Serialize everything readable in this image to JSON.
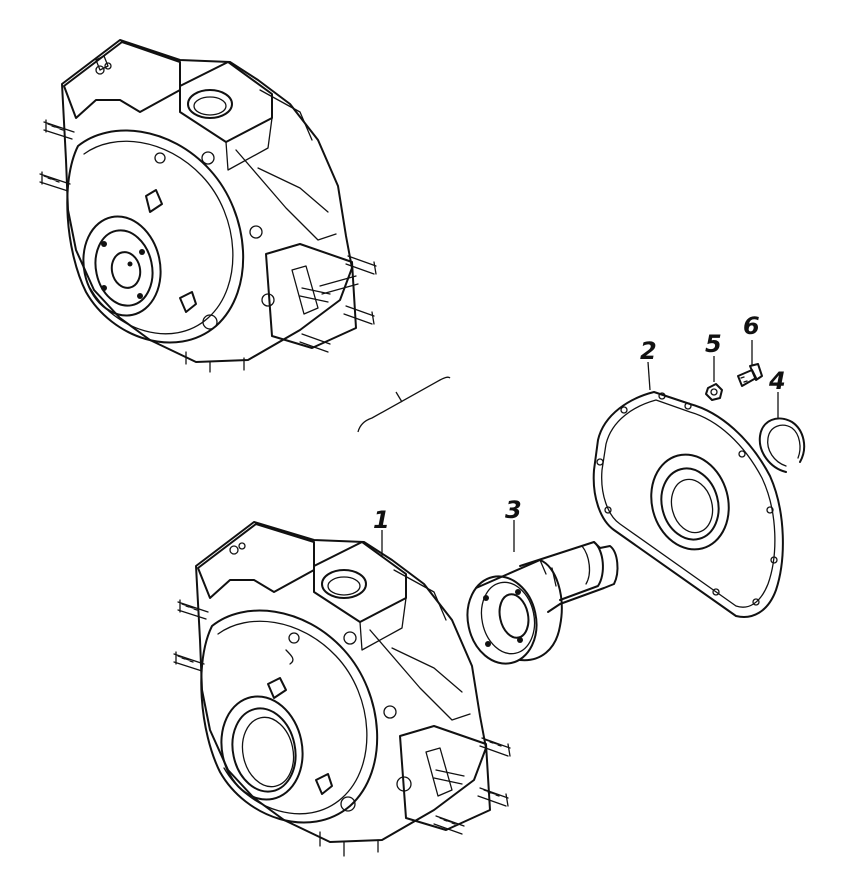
{
  "diagram": {
    "type": "exploded parts diagram",
    "callouts": [
      {
        "id": "c1",
        "label": "1"
      },
      {
        "id": "c2",
        "label": "2"
      },
      {
        "id": "c3",
        "label": "3"
      },
      {
        "id": "c4",
        "label": "4"
      },
      {
        "id": "c5",
        "label": "5"
      },
      {
        "id": "c6",
        "label": "6"
      }
    ]
  }
}
